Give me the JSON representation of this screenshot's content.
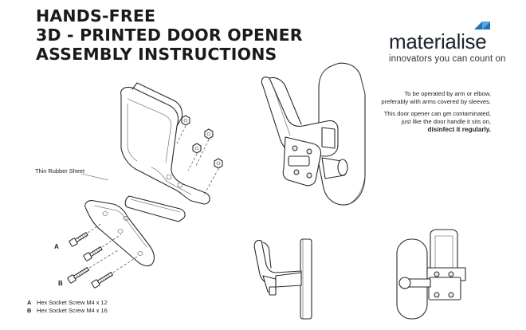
{
  "title": {
    "line1": "HANDS-FREE",
    "line2": "3D - PRINTED DOOR OPENER",
    "line3": "ASSEMBLY INSTRUCTIONS"
  },
  "brand": {
    "name": "materialise",
    "tagline": "innovators you can count on",
    "colors": {
      "mark": "#1f73b7",
      "text": "#1c2430"
    }
  },
  "notes": {
    "line1": "To be operated by arm or elbow,",
    "line2": "preferably with arms covered by sleeves.",
    "line3": "This door opener can get contaminated,",
    "line4": "just like the door handle it sits on,",
    "line5": "disinfect it regularly."
  },
  "callouts": {
    "rubber_sheet": "Thin Rubber Sheet",
    "screw_a_marker": "A",
    "screw_b_marker": "B"
  },
  "legend": [
    {
      "key": "A",
      "label": "Hex Socket Screw M4 x 12"
    },
    {
      "key": "B",
      "label": "Hex Socket Screw M4 x 16"
    }
  ]
}
